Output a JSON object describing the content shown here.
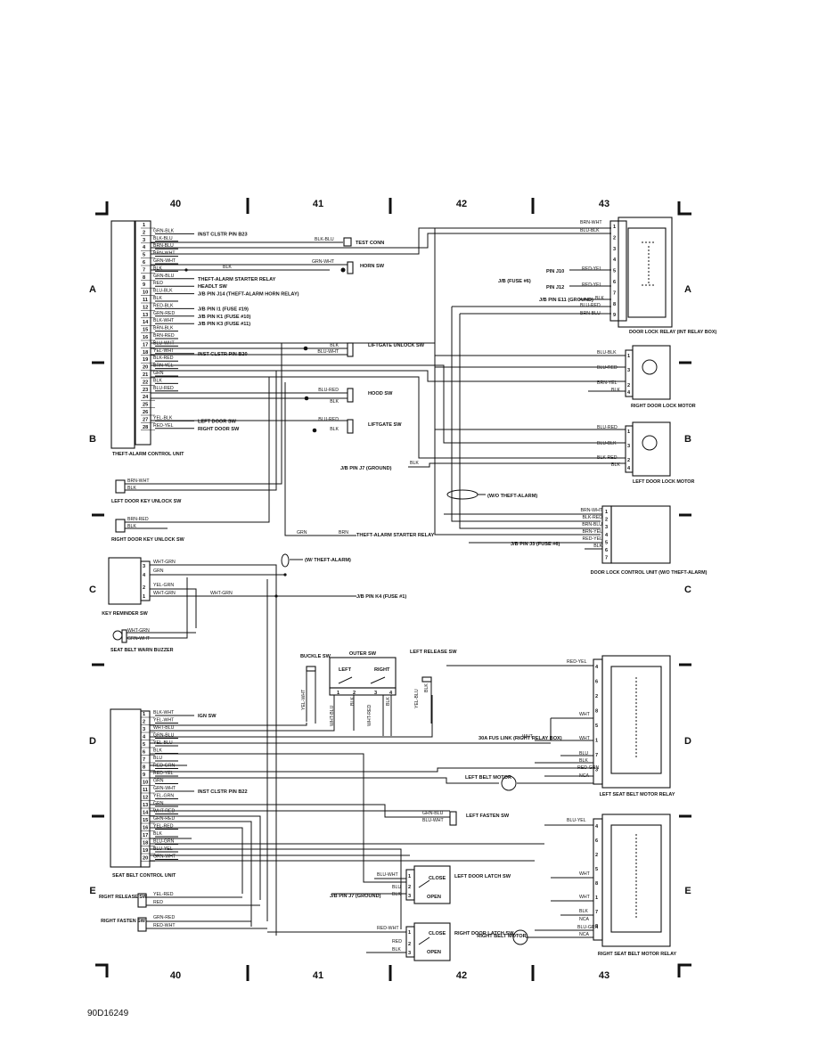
{
  "grid": {
    "columns": [
      "40",
      "41",
      "42",
      "43"
    ],
    "rows": [
      "A",
      "B",
      "C",
      "D",
      "E"
    ]
  },
  "diagram_id": "90D16249",
  "theft_unit": {
    "title": "THEFT-ALARM CONTROL UNIT",
    "pins": [
      {
        "n": "1",
        "wire": "",
        "to": ""
      },
      {
        "n": "2",
        "wire": "GRN-BLK",
        "to": "INST CLSTR PIN B23"
      },
      {
        "n": "3",
        "wire": "BLK-BLU",
        "to": ""
      },
      {
        "n": "4",
        "wire": "BRN-BLU",
        "to": ""
      },
      {
        "n": "5",
        "wire": "BRN-WHT",
        "to": ""
      },
      {
        "n": "6",
        "wire": "GRN-WHT",
        "to": ""
      },
      {
        "n": "7",
        "wire": "BLK",
        "to": ""
      },
      {
        "n": "8",
        "wire": "GRN-BLU",
        "to": "THEFT-ALARM STARTER RELAY"
      },
      {
        "n": "9",
        "wire": "RED",
        "to": "HEADLT SW"
      },
      {
        "n": "10",
        "wire": "BLU-BLK",
        "to": "J/B PIN J14 (THEFT-ALARM HORN RELAY)"
      },
      {
        "n": "11",
        "wire": "BLK",
        "to": ""
      },
      {
        "n": "12",
        "wire": "RED-BLK",
        "to": "J/B PIN I1 (FUSE #19)"
      },
      {
        "n": "13",
        "wire": "GRN-RED",
        "to": "J/B PIN K1 (FUSE #10)"
      },
      {
        "n": "14",
        "wire": "BLK-WHT",
        "to": "J/B PIN K3 (FUSE #11)"
      },
      {
        "n": "15",
        "wire": "BRN-BLK",
        "to": ""
      },
      {
        "n": "16",
        "wire": "BRN-RED",
        "to": ""
      },
      {
        "n": "17",
        "wire": "BLU-WHT",
        "to": ""
      },
      {
        "n": "18",
        "wire": "YEL-WHT",
        "to": "INST CLSTR PIN B20"
      },
      {
        "n": "19",
        "wire": "BLK-RED",
        "to": ""
      },
      {
        "n": "20",
        "wire": "BRN-YEL",
        "to": ""
      },
      {
        "n": "21",
        "wire": "GRN",
        "to": ""
      },
      {
        "n": "22",
        "wire": "BLK",
        "to": ""
      },
      {
        "n": "23",
        "wire": "BLU-RED",
        "to": ""
      },
      {
        "n": "24",
        "wire": "",
        "to": ""
      },
      {
        "n": "25",
        "wire": "",
        "to": ""
      },
      {
        "n": "26",
        "wire": "",
        "to": ""
      },
      {
        "n": "27",
        "wire": "YEL-BLK",
        "to": "LEFT DOOR SW"
      },
      {
        "n": "28",
        "wire": "RED-YEL",
        "to": "RIGHT DOOR SW"
      }
    ]
  },
  "theft_misc": {
    "blk_blu": "BLK-BLU",
    "test_conn": "TEST CONN",
    "grn_wht": "GRN-WHT",
    "horn_sw": "HORN SW",
    "blk": "BLK",
    "liftgate_unlock_sw": "LIFTGATE UNLOCK SW",
    "blu_wht": "BLU-WHT",
    "hood_sw": "HOOD SW",
    "blu_red": "BLU-RED",
    "liftgate_sw": "LIFTGATE SW",
    "jb_pin_j7_ground": "J/B PIN J7 (GROUND)"
  },
  "door_lock_relay": {
    "title": "DOOR LOCK RELAY (INT RELAY BOX)",
    "pins": [
      "1",
      "2",
      "3",
      "4",
      "5",
      "6",
      "7",
      "8",
      "9"
    ],
    "wires": {
      "brn_wht": "BRN-WHT",
      "blu_blk": "BLU-BLK",
      "red_yel": "RED-YEL",
      "red_yel2": "RED-YEL",
      "blk": "BLK",
      "blu_red": "BLU-RED",
      "brn_blu": "BRN-BLU"
    },
    "jb_fuse6": "J/B (FUSE #6)",
    "pin_j10": "PIN J10",
    "pin_j12": "PIN J12",
    "jb_pin_e11": "J/B PIN E11 (GROUND)"
  },
  "right_door_motor": {
    "title": "RIGHT DOOR LOCK MOTOR",
    "wires": [
      "BLU-BLK",
      "BLU-RED",
      "BRN-YEL",
      "BLK"
    ],
    "pins": [
      "1",
      "3",
      "2",
      "4"
    ]
  },
  "left_door_motor": {
    "title": "LEFT DOOR LOCK MOTOR",
    "wires": [
      "BLU-RED",
      "BLU-BLK",
      "BLK-RED",
      "BLK"
    ],
    "pins": [
      "1",
      "3",
      "2",
      "4"
    ]
  },
  "dl_control": {
    "title": "DOOR LOCK CONTROL UNIT (W/O THEFT-ALARM)",
    "wo_theft": "(W/O THEFT-ALARM)",
    "wires": [
      "BRN-WHT",
      "BLK-RED",
      "BRN-BLU",
      "BRN-YEL",
      "RED-YEL",
      "BLK"
    ],
    "pins": [
      "1",
      "2",
      "3",
      "4",
      "5",
      "6",
      "7"
    ],
    "jb_pin_j3": "J/B PIN J3 (FUSE #6)"
  },
  "left_side": {
    "ldk_title": "LEFT DOOR KEY UNLOCK SW",
    "ldk_wires": [
      "BRN-WHT",
      "BLK"
    ],
    "rdk_title": "RIGHT DOOR KEY UNLOCK SW",
    "rdk_wires": [
      "BRN-RED",
      "BLK"
    ],
    "grn": "GRN",
    "brn": "BRN",
    "theft_starter_relay": "THEFT-ALARM STARTER RELAY",
    "w_theft": "(W/ THEFT-ALARM)",
    "key_rem_title": "KEY REMINDER SW",
    "key_rem_wires": [
      "WHT-GRN",
      "GRN",
      "YEL-GRN",
      "WHT-GRN"
    ],
    "key_rem_pins": [
      "3",
      "4",
      "2",
      "1"
    ],
    "wht_grn": "WHT-GRN",
    "jb_pin_k4": "J/B PIN K4 (FUSE #1)",
    "buzzer_title": "SEAT BELT WARN BUZZER",
    "buzzer_wires": [
      "WHT-GRN",
      "GRN-WHT"
    ]
  },
  "seat_belt_unit": {
    "title": "SEAT BELT CONTROL UNIT",
    "pins": [
      {
        "n": "1",
        "wire": "BLK-WHT",
        "to": "IGN SW"
      },
      {
        "n": "2",
        "wire": "YEL-WHT",
        "to": ""
      },
      {
        "n": "3",
        "wire": "WHT-BLU",
        "to": ""
      },
      {
        "n": "4",
        "wire": "GRN-BLU",
        "to": ""
      },
      {
        "n": "5",
        "wire": "YEL-BLU",
        "to": ""
      },
      {
        "n": "6",
        "wire": "BLK",
        "to": ""
      },
      {
        "n": "7",
        "wire": "BLU",
        "to": ""
      },
      {
        "n": "8",
        "wire": "RED-GRN",
        "to": ""
      },
      {
        "n": "9",
        "wire": "RED-YEL",
        "to": ""
      },
      {
        "n": "10",
        "wire": "GRN",
        "to": ""
      },
      {
        "n": "11",
        "wire": "GRN-WHT",
        "to": "INST CLSTR PIN B22"
      },
      {
        "n": "12",
        "wire": "YEL-GRN",
        "to": ""
      },
      {
        "n": "13",
        "wire": "GRN",
        "to": ""
      },
      {
        "n": "14",
        "wire": "WHT-RED",
        "to": ""
      },
      {
        "n": "15",
        "wire": "GRN-RED",
        "to": ""
      },
      {
        "n": "16",
        "wire": "YEL-RED",
        "to": ""
      },
      {
        "n": "17",
        "wire": "BLK",
        "to": ""
      },
      {
        "n": "18",
        "wire": "BLU-GRN",
        "to": ""
      },
      {
        "n": "19",
        "wire": "BLU-YEL",
        "to": ""
      },
      {
        "n": "20",
        "wire": "GRN-WHT",
        "to": ""
      }
    ]
  },
  "outer_sw": {
    "title": "OUTER SW",
    "left": "LEFT",
    "right": "RIGHT",
    "buckle_sw": "BUCKLE SW",
    "left_release_sw": "LEFT RELEASE SW",
    "pins": [
      "1",
      "2",
      "3",
      "4"
    ],
    "wires": [
      "YEL-WHT",
      "WHT-BLU",
      "BLK",
      "WHT-RED",
      "BLK",
      "YEL-BLU",
      "BLK"
    ]
  },
  "left_fasten": {
    "title": "LEFT FASTEN SW",
    "wires": [
      "GRN-BLU",
      "BLU-WHT"
    ]
  },
  "left_latch": {
    "title": "LEFT DOOR LATCH SW",
    "wires": [
      "BLU-WHT",
      "BLU",
      "BLK"
    ],
    "close": "CLOSE",
    "open": "OPEN",
    "pins": [
      "1",
      "2",
      "3"
    ],
    "jb_pin_j7": "J/B PIN J7 (GROUND)"
  },
  "right_latch": {
    "title": "RIGHT DOOR LATCH SW",
    "wires": [
      "RED-WHT",
      "RED",
      "BLK"
    ],
    "close": "CLOSE",
    "open": "OPEN",
    "pins": [
      "1",
      "2",
      "3"
    ]
  },
  "right_release": {
    "title": "RIGHT RELEASE SW",
    "wires": [
      "YEL-RED",
      "RED"
    ]
  },
  "right_fasten": {
    "title": "RIGHT FASTEN SW",
    "wires": [
      "GRN-RED",
      "RED-WHT"
    ]
  },
  "left_belt_relay": {
    "title": "LEFT SEAT BELT MOTOR RELAY",
    "wires": [
      "RED-YEL",
      "WHT",
      "WHT",
      "BLU",
      "BLK",
      "RED-GRN",
      "NCA"
    ],
    "pins": [
      "4",
      "6",
      "2",
      "8",
      "5",
      "1",
      "7",
      "3"
    ],
    "fus_link": "30A FUS LINK (RIGHT RELAY BOX)",
    "fus_wht": "WHT",
    "motor": "LEFT BELT MOTOR"
  },
  "right_belt_relay": {
    "title": "RIGHT SEAT BELT MOTOR RELAY",
    "wires": [
      "BLU-YEL",
      "WHT",
      "WHT",
      "BLK",
      "NCA",
      "BLU-GRN",
      "NCA"
    ],
    "pins": [
      "4",
      "6",
      "2",
      "5",
      "8",
      "1",
      "7",
      "3"
    ],
    "motor": "RIGHT BELT MOTOR"
  }
}
